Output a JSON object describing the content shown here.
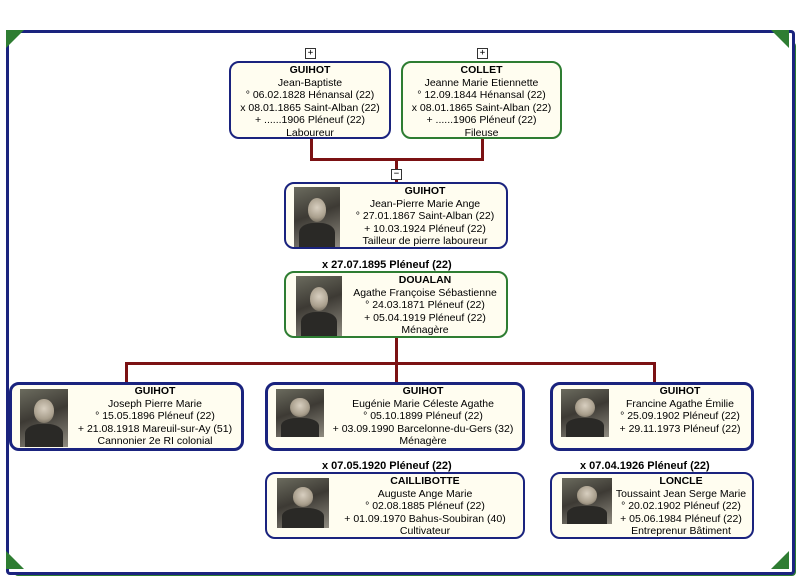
{
  "colors": {
    "male_border": "#1a237e",
    "female_border": "#2e7d32",
    "line": "#7b1113",
    "box_bg": "#fffdf0"
  },
  "paternal_grandfather": {
    "surname": "GUIHOT",
    "given": "Jean-Baptiste",
    "birth": "° 06.02.1828 Hénansal (22)",
    "marriage": "x 08.01.1865 Saint-Alban (22)",
    "death": "+ ......1906 Pléneuf (22)",
    "occupation": "Laboureur",
    "toggle": "+"
  },
  "paternal_grandmother": {
    "surname": "COLLET",
    "given": "Jeanne Marie Etiennette",
    "birth": "° 12.09.1844 Hénansal (22)",
    "marriage": "x 08.01.1865 Saint-Alban (22)",
    "death": "+ ......1906 Pléneuf (22)",
    "occupation": "Fileuse",
    "toggle": "+"
  },
  "father": {
    "surname": "GUIHOT",
    "given": "Jean-Pierre Marie Ange",
    "birth": "° 27.01.1867 Saint-Alban (22)",
    "death": "+ 10.03.1924 Pléneuf (22)",
    "occupation": "Tailleur de pierre laboureur",
    "toggle": "−"
  },
  "parents_marriage": "x 27.07.1895 Pléneuf (22)",
  "mother": {
    "surname": "DOUALAN",
    "given": "Agathe Françoise Sébastienne",
    "birth": "° 24.03.1871 Pléneuf (22)",
    "death": "+ 05.04.1919 Pléneuf (22)",
    "occupation": "Ménagère"
  },
  "children": [
    {
      "surname": "GUIHOT",
      "given": "Joseph Pierre Marie",
      "birth": "° 15.05.1896 Pléneuf (22)",
      "death": "+ 21.08.1918 Mareuil-sur-Ay (51)",
      "occupation": "Cannonier 2e RI colonial"
    },
    {
      "surname": "GUIHOT",
      "given": "Eugénie Marie Céleste Agathe",
      "birth": "° 05.10.1899 Pléneuf (22)",
      "death": "+ 03.09.1990 Barcelonne-du-Gers (32)",
      "occupation": "Ménagère"
    },
    {
      "surname": "GUIHOT",
      "given": "Francine Agathe Émilie",
      "birth": "° 25.09.1902 Pléneuf (22)",
      "death": "+ 29.11.1973 Pléneuf (22)",
      "occupation": ""
    }
  ],
  "spouses": [
    {
      "marriage": "x 07.05.1920 Pléneuf (22)",
      "surname": "CAILLIBOTTE",
      "given": "Auguste Ange Marie",
      "birth": "° 02.08.1885 Pléneuf (22)",
      "death": "+ 01.09.1970 Bahus-Soubiran (40)",
      "occupation": "Cultivateur"
    },
    {
      "marriage": "x 07.04.1926 Pléneuf (22)",
      "surname": "LONCLE",
      "given": "Toussaint Jean Serge Marie",
      "birth": "° 20.02.1902 Pléneuf (22)",
      "death": "+ 05.06.1984 Pléneuf (22)",
      "occupation": "Entreprenur Bâtiment"
    }
  ]
}
